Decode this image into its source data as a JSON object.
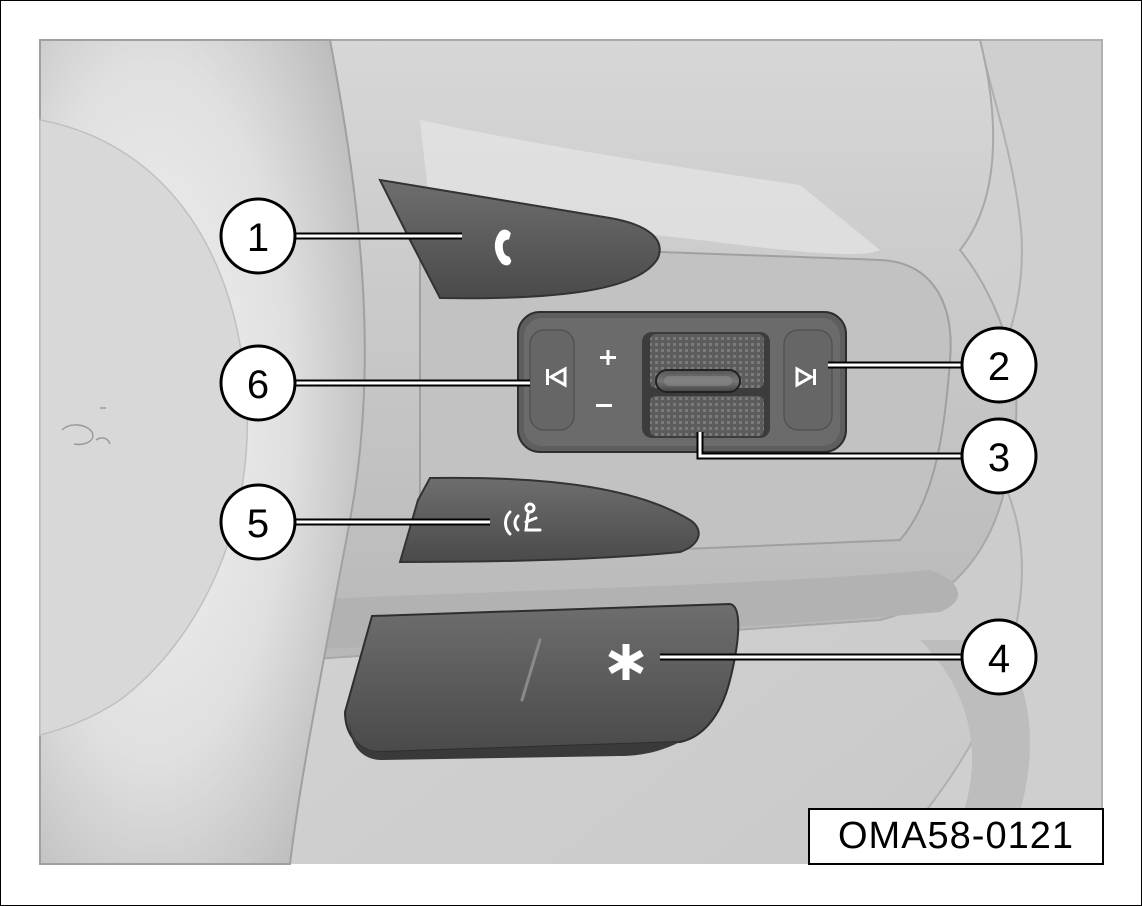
{
  "figure": {
    "reference_code": "OMA58-0121",
    "palette": {
      "wheel_light": "#e3e3e3",
      "wheel_mid": "#c9c9c9",
      "wheel_dark": "#9e9e9e",
      "button": "#5a5a5a",
      "button_dark": "#3f3f3f",
      "leader_line": "#000000"
    }
  },
  "callouts": [
    {
      "number": "1",
      "target": "phone-button",
      "icon": "phone-icon"
    },
    {
      "number": "2",
      "target": "next-track-button",
      "icon": "skip-next-icon"
    },
    {
      "number": "3",
      "target": "volume-scroll-wheel",
      "icon": "scroll-wheel-icon"
    },
    {
      "number": "4",
      "target": "star-paddle-button",
      "icon": "asterisk-icon"
    },
    {
      "number": "5",
      "target": "voice-command-button",
      "icon": "voice-recognition-icon"
    },
    {
      "number": "6",
      "target": "previous-track-button",
      "icon": "skip-previous-icon"
    }
  ]
}
